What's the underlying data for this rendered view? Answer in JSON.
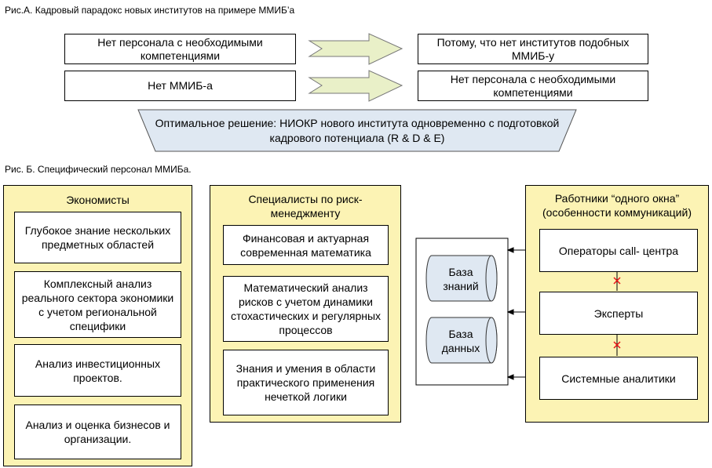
{
  "figure_a": {
    "caption": "Рис.А. Кадровый парадокс новых институтов на примере ММИБ’а",
    "row1_left": "Нет персонала с необходимыми компетенциями",
    "row1_right": "Потому, что нет институтов подобных ММИБ-у",
    "row2_left": "Нет ММИБ-а",
    "row2_right": "Нет персонала с необходимыми компетенциями",
    "solution": "Оптимальное решение: НИОКР нового института одновременно с подготовкой кадрового потенциала (R & D & E)"
  },
  "figure_b": {
    "caption": "Рис. Б. Специфический персонал ММИБа.",
    "economists": {
      "title": "Экономисты",
      "items": [
        "Глубокое знание нескольких предметных областей",
        "Комплексный анализ реального сектора экономики с учетом региональной специфики",
        "Анализ инвестиционных проектов.",
        "Анализ и оценка бизнесов и организации."
      ]
    },
    "risk": {
      "title": "Специалисты по риск-менеджменту",
      "items": [
        "Финансовая и актуарная современная математика",
        "Математический анализ рисков с учетом динамики стохастических и регулярных процессов",
        "Знания и умения в области практического применения нечеткой логики"
      ]
    },
    "databases": {
      "knowledge": "База знаний",
      "data": "База данных"
    },
    "one_window": {
      "title": "Работники “одного окна” (особенности коммуникаций)",
      "items": [
        "Операторы call- центра",
        "Эксперты",
        "Системные аналитики"
      ]
    }
  },
  "colors": {
    "yellow_fill": "#fcf3b4",
    "arrow_fill": "#e9f0c8",
    "cylinder_fill": "#dfe8f2",
    "cross_red": "#e8141a"
  }
}
